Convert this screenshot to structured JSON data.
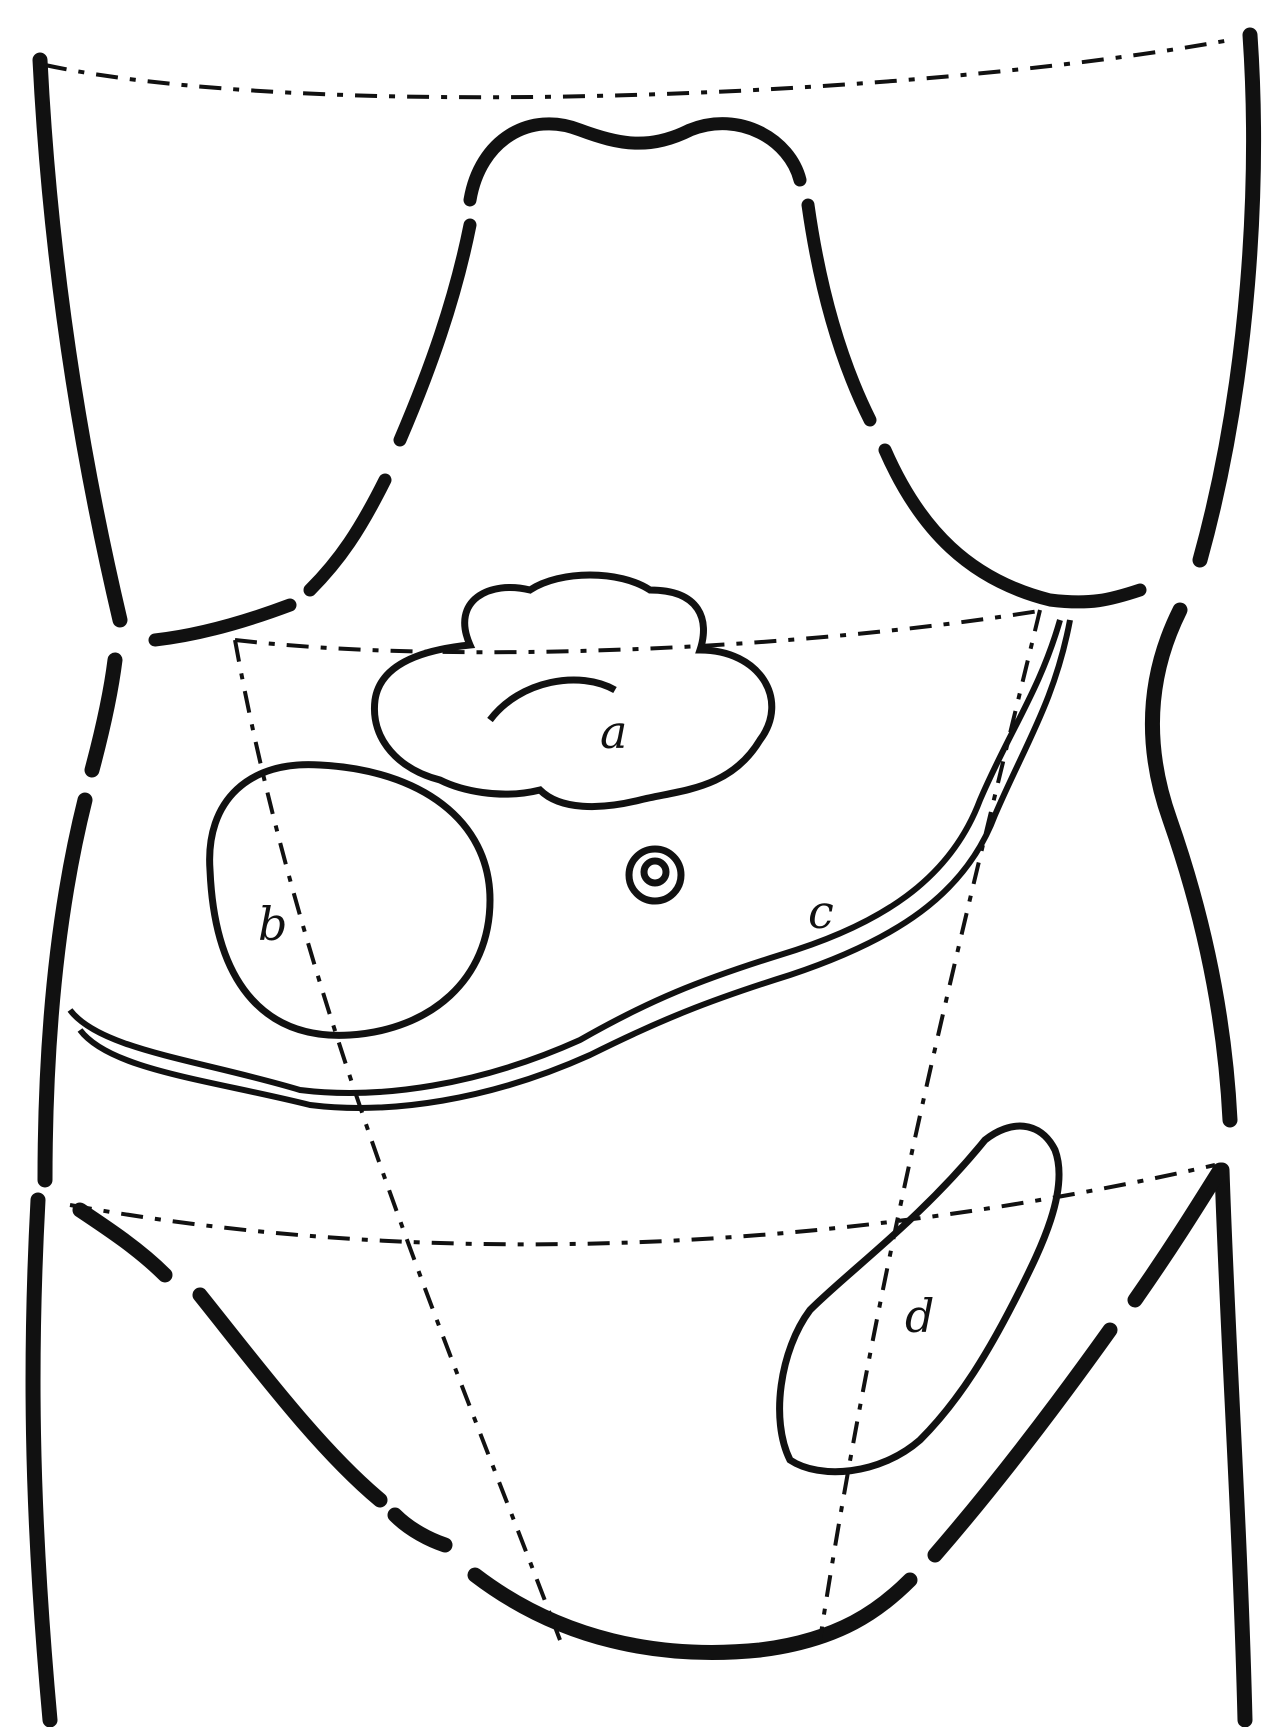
{
  "figure": {
    "labels": {
      "a": "a",
      "b": "b",
      "c": "c",
      "d": "d"
    },
    "colors": {
      "ink": "#111111",
      "background": "#ffffff"
    }
  }
}
